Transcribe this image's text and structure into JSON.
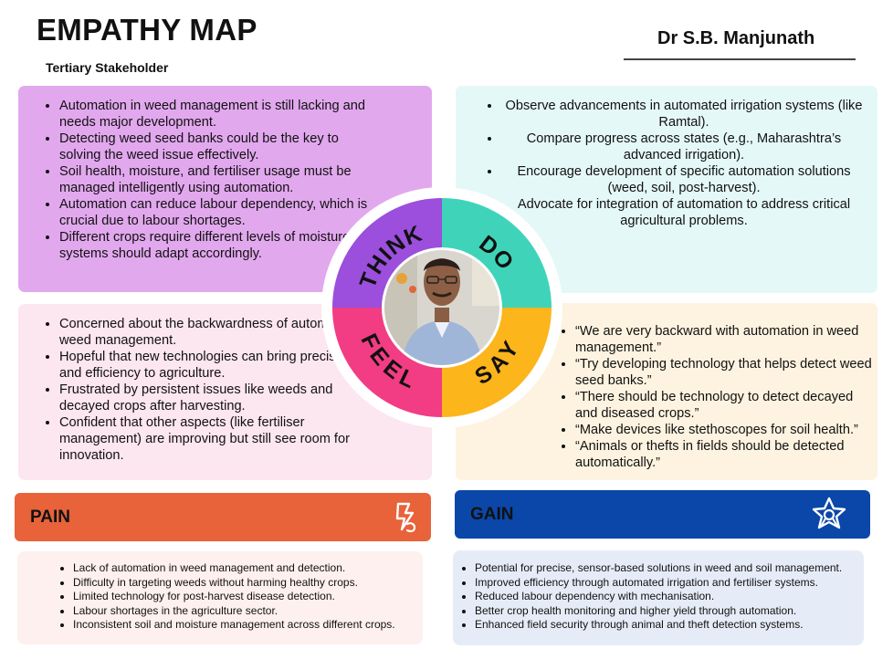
{
  "header": {
    "title": "EMPATHY MAP",
    "subtitle": "Tertiary Stakeholder",
    "author": "Dr S.B. Manjunath"
  },
  "colors": {
    "think": "#9b4fdc",
    "do": "#3fd4b9",
    "feel": "#f23c83",
    "say": "#fcb51b",
    "pain_bar": "#e8623a",
    "gain_bar": "#0a47a8"
  },
  "wheel": {
    "think": "THINK",
    "do": "DO",
    "feel": "FEEL",
    "say": "SAY"
  },
  "think": {
    "items": [
      "Automation in weed management is still lacking and needs major development.",
      "Detecting weed seed banks could be the key to solving the weed issue effectively.",
      "Soil health, moisture, and fertiliser usage must be managed intelligently using automation.",
      "Automation can reduce labour dependency, which is crucial due to labour shortages.",
      "Different crops require different levels of moisture — systems should adapt accordingly."
    ]
  },
  "do": {
    "items": [
      "Observe advancements in automated irrigation systems (like Ramtal).",
      "Compare progress across states (e.g., Maharashtra’s advanced irrigation).",
      "Encourage development of specific automation solutions (weed, soil, post-harvest).",
      "Advocate for integration of automation to address critical agricultural problems."
    ]
  },
  "feel": {
    "items": [
      "Concerned about the backwardness of automation in weed management.",
      "Hopeful that new technologies can bring precision and efficiency to agriculture.",
      "Frustrated by persistent issues like weeds and decayed crops after harvesting.",
      "Confident that other aspects (like fertiliser management) are improving but still see room for innovation."
    ]
  },
  "say": {
    "items": [
      "“We are very backward with automation in weed management.”",
      "“Try developing technology that helps detect weed seed banks.”",
      "“There should be technology to detect decayed and diseased crops.”",
      "“Make devices like stethoscopes for soil health.”",
      "“Animals or thefts in fields should be detected automatically.”"
    ]
  },
  "pain": {
    "label": "PAIN",
    "icon": "lightning-hand-icon",
    "items": [
      "Lack of automation in weed management and detection.",
      "Difficulty in targeting weeds without harming healthy crops.",
      "Limited technology for post-harvest disease detection.",
      "Labour shortages in the agriculture sector.",
      "Inconsistent soil and moisture management across different crops."
    ]
  },
  "gain": {
    "label": "GAIN",
    "icon": "star-badge-icon",
    "items": [
      "Potential for precise, sensor-based solutions in weed and soil management.",
      "Improved efficiency through automated irrigation and fertiliser systems.",
      "Reduced labour dependency with mechanisation.",
      "Better crop health monitoring and higher yield through automation.",
      "Enhanced field security through animal and theft detection systems."
    ]
  }
}
